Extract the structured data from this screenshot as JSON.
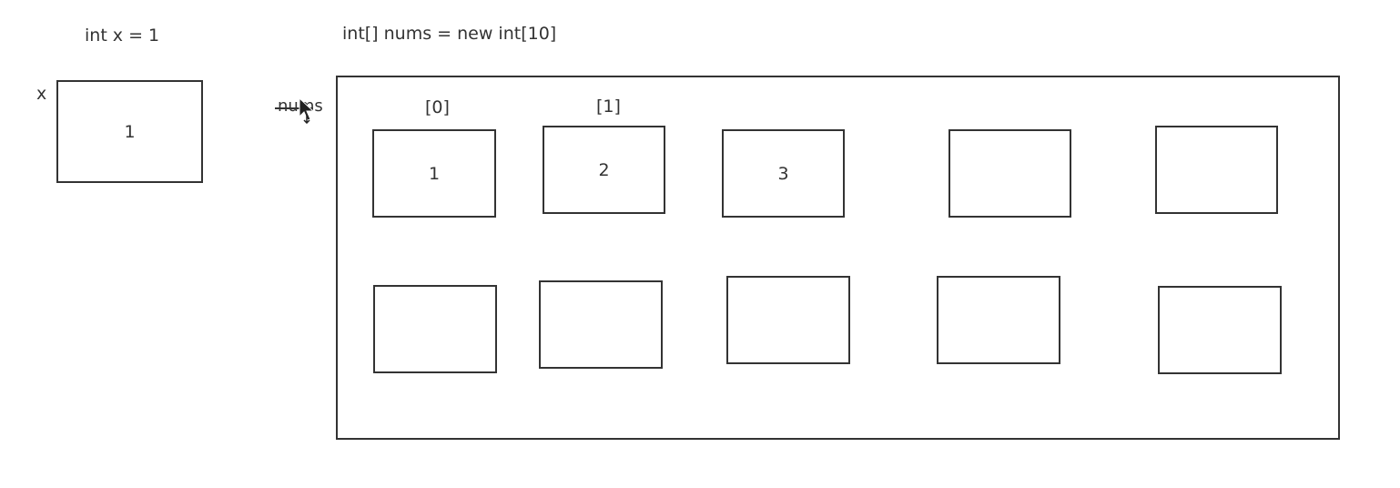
{
  "primitive": {
    "declaration": "int x = 1",
    "var_name": "x",
    "value": "1"
  },
  "array": {
    "declaration": "int[]  nums = new int[10]",
    "var_name": "nums",
    "index_labels": [
      "[0]",
      "[1]"
    ],
    "cells": [
      "1",
      "2",
      "3",
      "",
      "",
      "",
      "",
      "",
      "",
      ""
    ]
  },
  "icons": {
    "cursor": "move-cursor-icon"
  }
}
